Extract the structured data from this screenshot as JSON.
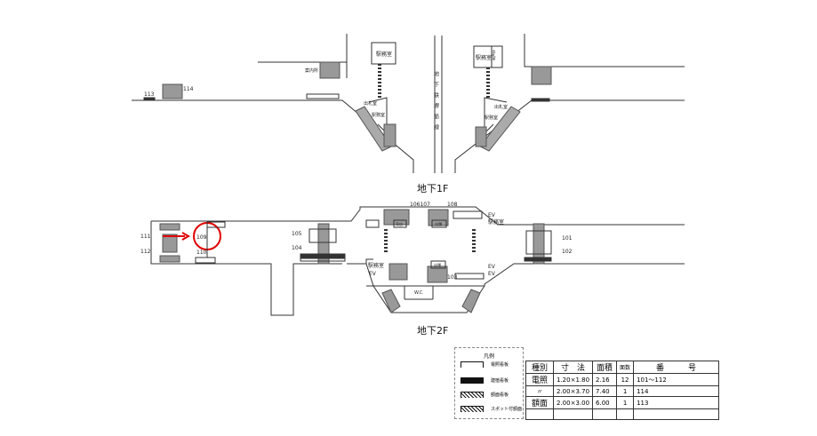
{
  "floors": {
    "b1": "地下1F",
    "b2": "地下2F"
  },
  "b1_labels": {
    "info": "案内所",
    "office_left": "駅務室",
    "ticket_left": "出札室",
    "office_left2": "駅務室",
    "office_right": "駅務室",
    "ticket_right_box": "出札室",
    "ticket_right": "出札室",
    "office_right2": "駅務室",
    "subway_line": "地下鉄堺筋線",
    "sign_113": "113",
    "sign_114": "114"
  },
  "b2_labels": {
    "s101": "101",
    "s102": "102",
    "s103": "103",
    "s104": "104",
    "s105": "105",
    "s106107": "106107",
    "s108": "108",
    "s109": "109",
    "s110": "110",
    "s111": "111",
    "s112": "112",
    "shop_kiosk": "売店",
    "shop1": "店舗",
    "shop2": "店舗",
    "office_a": "駅務室",
    "office_b": "駅務室",
    "ev1": "EV",
    "ev2": "EV",
    "ev3": "EV",
    "ev4": "EV",
    "wc": "W.C"
  },
  "highlight": {
    "target": "109",
    "color": "#e00000"
  },
  "legend": {
    "title": "凡例",
    "items": [
      "電照看板",
      "建植看板",
      "額面看板",
      "スポット付額面"
    ]
  },
  "table": {
    "headers": [
      "種別",
      "寸　法",
      "面積",
      "面数",
      "番　　　号"
    ],
    "rows": [
      [
        "電照",
        "1.20×1.80",
        "2.16",
        "12",
        "101～112"
      ],
      [
        "〃",
        "2.00×3.70",
        "7.40",
        "1",
        "114"
      ],
      [
        "額面",
        "2.00×3.00",
        "6.00",
        "1",
        "113"
      ],
      [
        "",
        "",
        "",
        "",
        ""
      ]
    ]
  }
}
